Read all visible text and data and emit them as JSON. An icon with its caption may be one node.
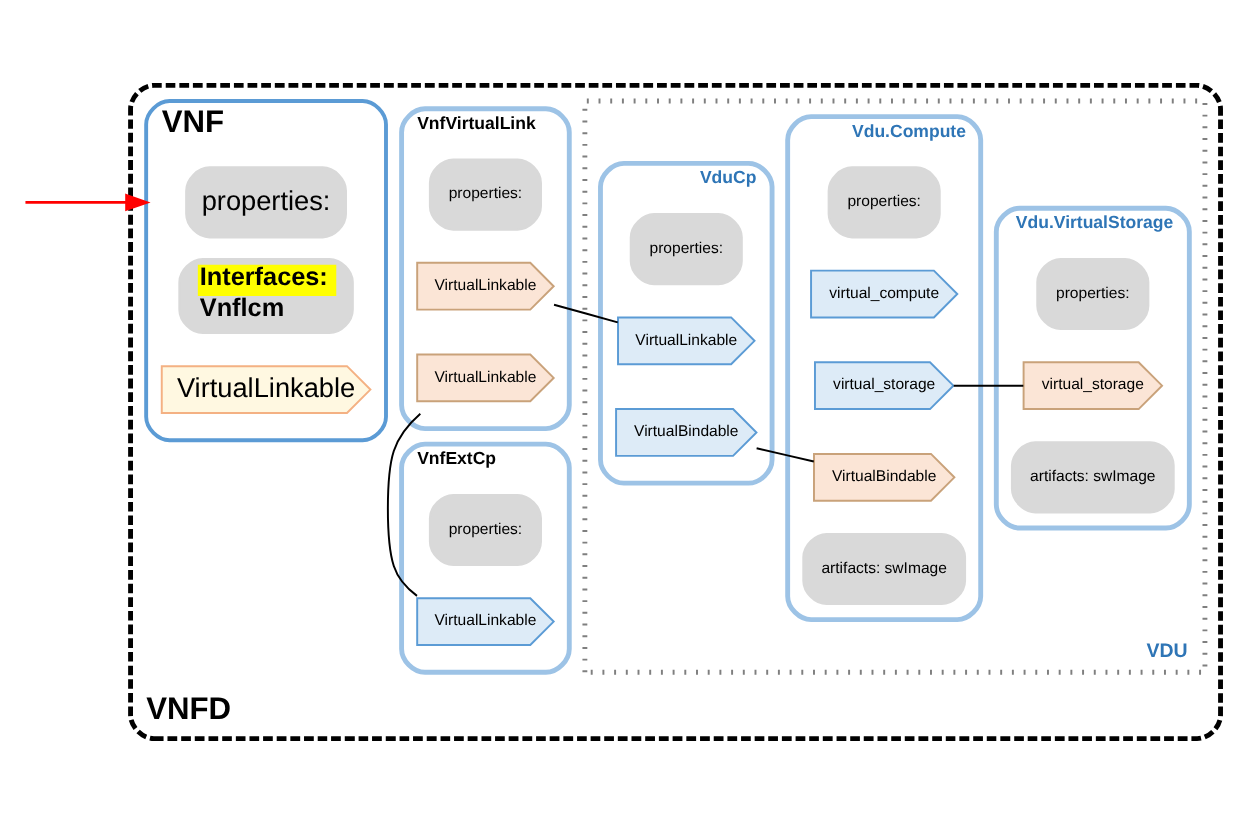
{
  "diagram": {
    "nodes": [
      {
        "text": [
          "VNFD"
        ]
      },
      {
        "text": [
          "VNF"
        ],
        "in": 0
      },
      {
        "text": [
          "properties:"
        ],
        "in": 1
      },
      {
        "text": [
          "Interfaces:",
          "Vnflcm"
        ],
        "in": 1
      },
      {
        "text": [
          "VirtualLinkable"
        ],
        "in": 1
      },
      {
        "text": [
          "VnfVirtualLink"
        ],
        "in": 0
      },
      {
        "text": [
          "properties:"
        ],
        "in": 5
      },
      {
        "text": [
          "VirtualLinkable"
        ],
        "in": 5
      },
      {
        "text": [
          "VirtualLinkable"
        ],
        "in": 5
      },
      {
        "text": [
          "VDU"
        ],
        "in": 0
      },
      {
        "text": [
          "VduCp"
        ],
        "in": 9
      },
      {
        "text": [
          "properties:"
        ],
        "in": 10
      },
      {
        "text": [
          "VirtualLinkable"
        ],
        "in": 10
      },
      {
        "text": [
          "VirtualBindable"
        ],
        "in": 10
      },
      {
        "text": [
          "Vdu.Compute"
        ],
        "in": 9
      },
      {
        "text": [
          "properties:"
        ],
        "in": 14
      },
      {
        "text": [
          "virtual_compute"
        ],
        "in": 14
      },
      {
        "text": [
          "virtual_storage"
        ],
        "in": 14
      },
      {
        "text": [
          "VirtualBindable"
        ],
        "in": 14
      },
      {
        "text": [
          "artifacts: swImage"
        ],
        "in": 14
      },
      {
        "text": [
          "Vdu.VirtualStorage"
        ],
        "in": 9
      },
      {
        "text": [
          "properties:"
        ],
        "in": 20
      },
      {
        "text": [
          "virtual_storage"
        ],
        "in": 20
      },
      {
        "text": [
          "artifacts: swImage"
        ],
        "in": 20
      },
      {
        "text": [
          "VnfExtCp"
        ],
        "in": 0
      },
      {
        "text": [
          "properties:"
        ],
        "in": 24
      },
      {
        "text": [
          "VirtualLinkable"
        ],
        "in": 24
      }
    ],
    "edges": [
      {
        "from": null,
        "to": 1,
        "arrow": "to",
        "color": "#ff0000"
      },
      {
        "from": 7,
        "to": 12,
        "arrow": "none"
      },
      {
        "from": 8,
        "to": 26,
        "arrow": "none"
      },
      {
        "from": 13,
        "to": 18,
        "arrow": "none"
      },
      {
        "from": 17,
        "to": 22,
        "arrow": "none"
      }
    ]
  }
}
